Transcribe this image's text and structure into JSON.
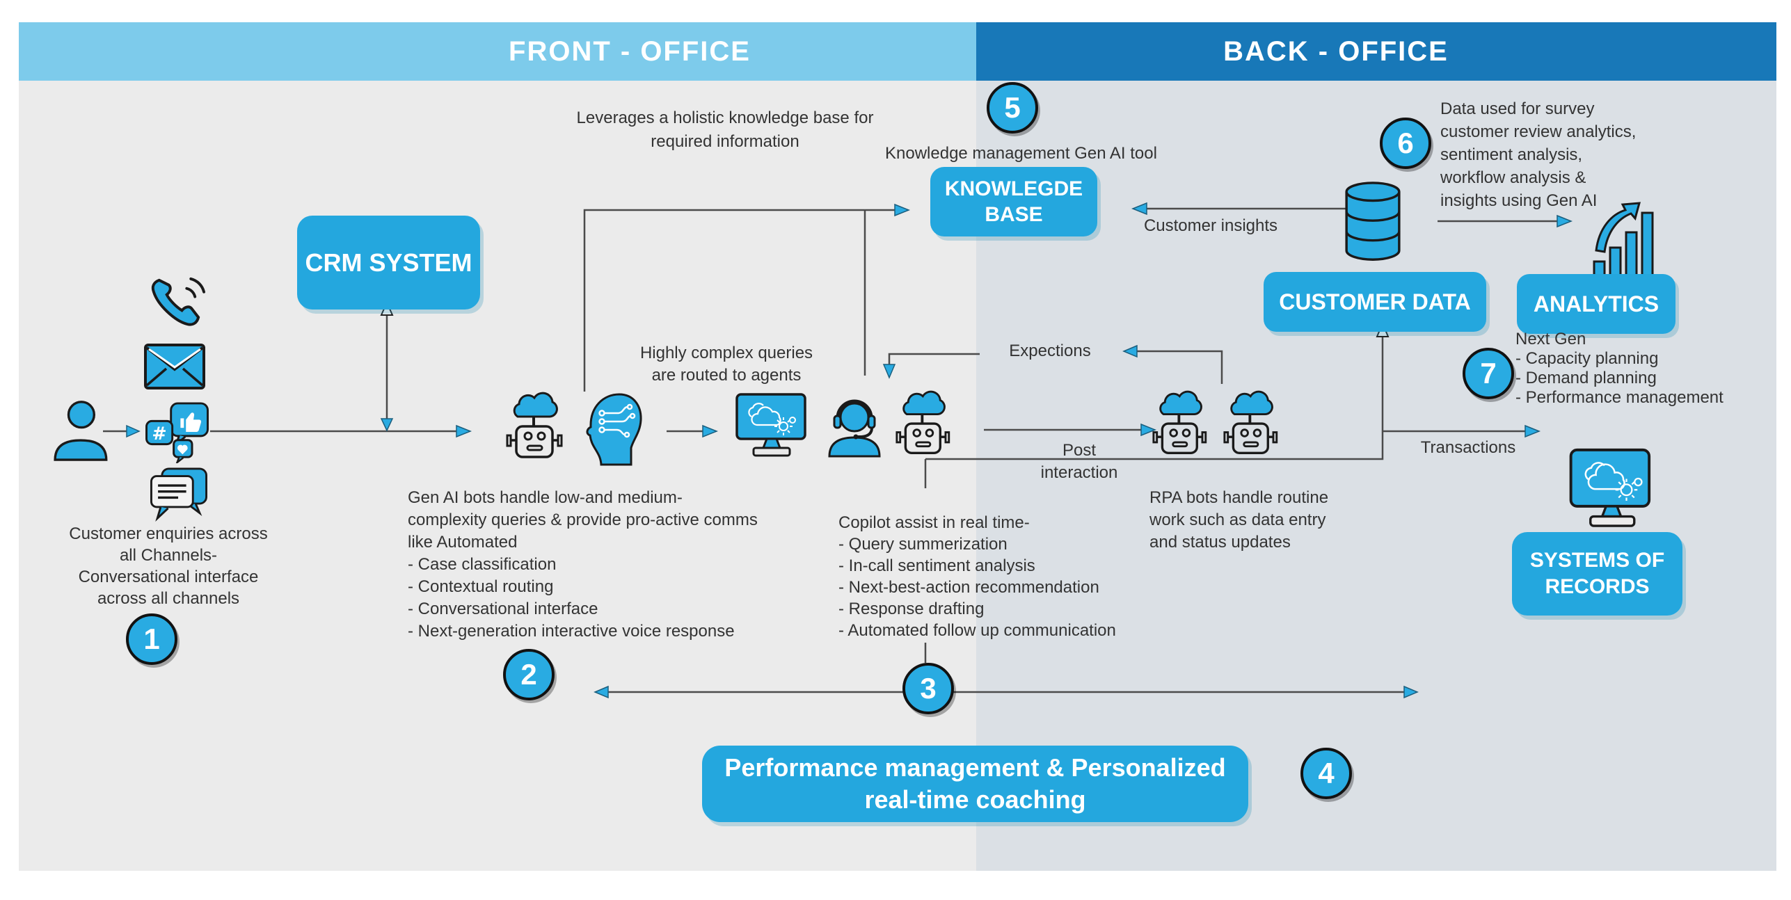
{
  "header": {
    "front_label": "FRONT - OFFICE",
    "back_label": "BACK - OFFICE"
  },
  "badges": {
    "b1": "1",
    "b2": "2",
    "b3": "3",
    "b4": "4",
    "b5": "5",
    "b6": "6",
    "b7": "7"
  },
  "boxes": {
    "crm": "CRM SYSTEM",
    "knowledge_base": "KNOWLEGDE\nBASE",
    "customer_data": "CUSTOMER DATA",
    "analytics": "ANALYTICS",
    "systems_of_records": "SYSTEMS OF\nRECORDS",
    "performance": "Performance management & Personalized\nreal-time coaching"
  },
  "annotations": {
    "customer_enquiries": "Customer enquiries across\nall Channels-\nConversational interface\nacross all channels",
    "leverages": "Leverages a holistic knowledge base for\nrequired information",
    "km_tool": "Knowledge management Gen AI tool",
    "complex_queries": "Highly complex queries\nare routed to agents",
    "gen_ai_bots": "Gen AI bots handle low-and medium-\ncomplexity queries & provide pro-active comms\nlike Automated\n- Case classification\n- Contextual routing\n- Conversational interface\n- Next-generation interactive voice response",
    "copilot": "Copilot assist in real time-\n- Query summerization\n- In-call sentiment analysis\n- Next-best-action recommendation\n- Response drafting\n- Automated follow up communication",
    "post_interaction": "Post\ninteraction",
    "expections": "Expections",
    "rpa_bots": "RPA bots handle routine\nwork such as data entry\nand status updates",
    "customer_insights": "Customer insights",
    "data_used": "Data used for survey\ncustomer review analytics,\nsentiment analysis,\nworkflow analysis &\ninsights using Gen AI",
    "next_gen": "Next Gen\n- Capacity planning\n- Demand planning\n- Performance management",
    "transactions": "Transactions"
  },
  "icons": {
    "person-icon": "customer",
    "phone-icon": "voice channel",
    "mail-icon": "email channel",
    "social-icon": "social media channel",
    "chat-icon": "chat channel",
    "genai-bot-icon": "Gen AI bot with cloud",
    "ai-head-icon": "AI brain profile",
    "monitor-cloud-icon": "cloud system screen",
    "agent-headset-icon": "contact-center agent",
    "copilot-bot-icon": "copilot bot with cloud",
    "rpa-bot-icon": "RPA bot with cloud",
    "database-icon": "customer data store",
    "growth-chart-icon": "analytics growth chart",
    "records-monitor-icon": "systems of records screen"
  },
  "colors": {
    "accent": "#29abe2",
    "box_blue": "#24a7de",
    "header_front": "#7dcbeb",
    "header_back": "#1878b8",
    "bg_front": "#ebebeb",
    "bg_back": "#dbe0e5",
    "line": "#4b4b4b",
    "text": "#333333"
  }
}
